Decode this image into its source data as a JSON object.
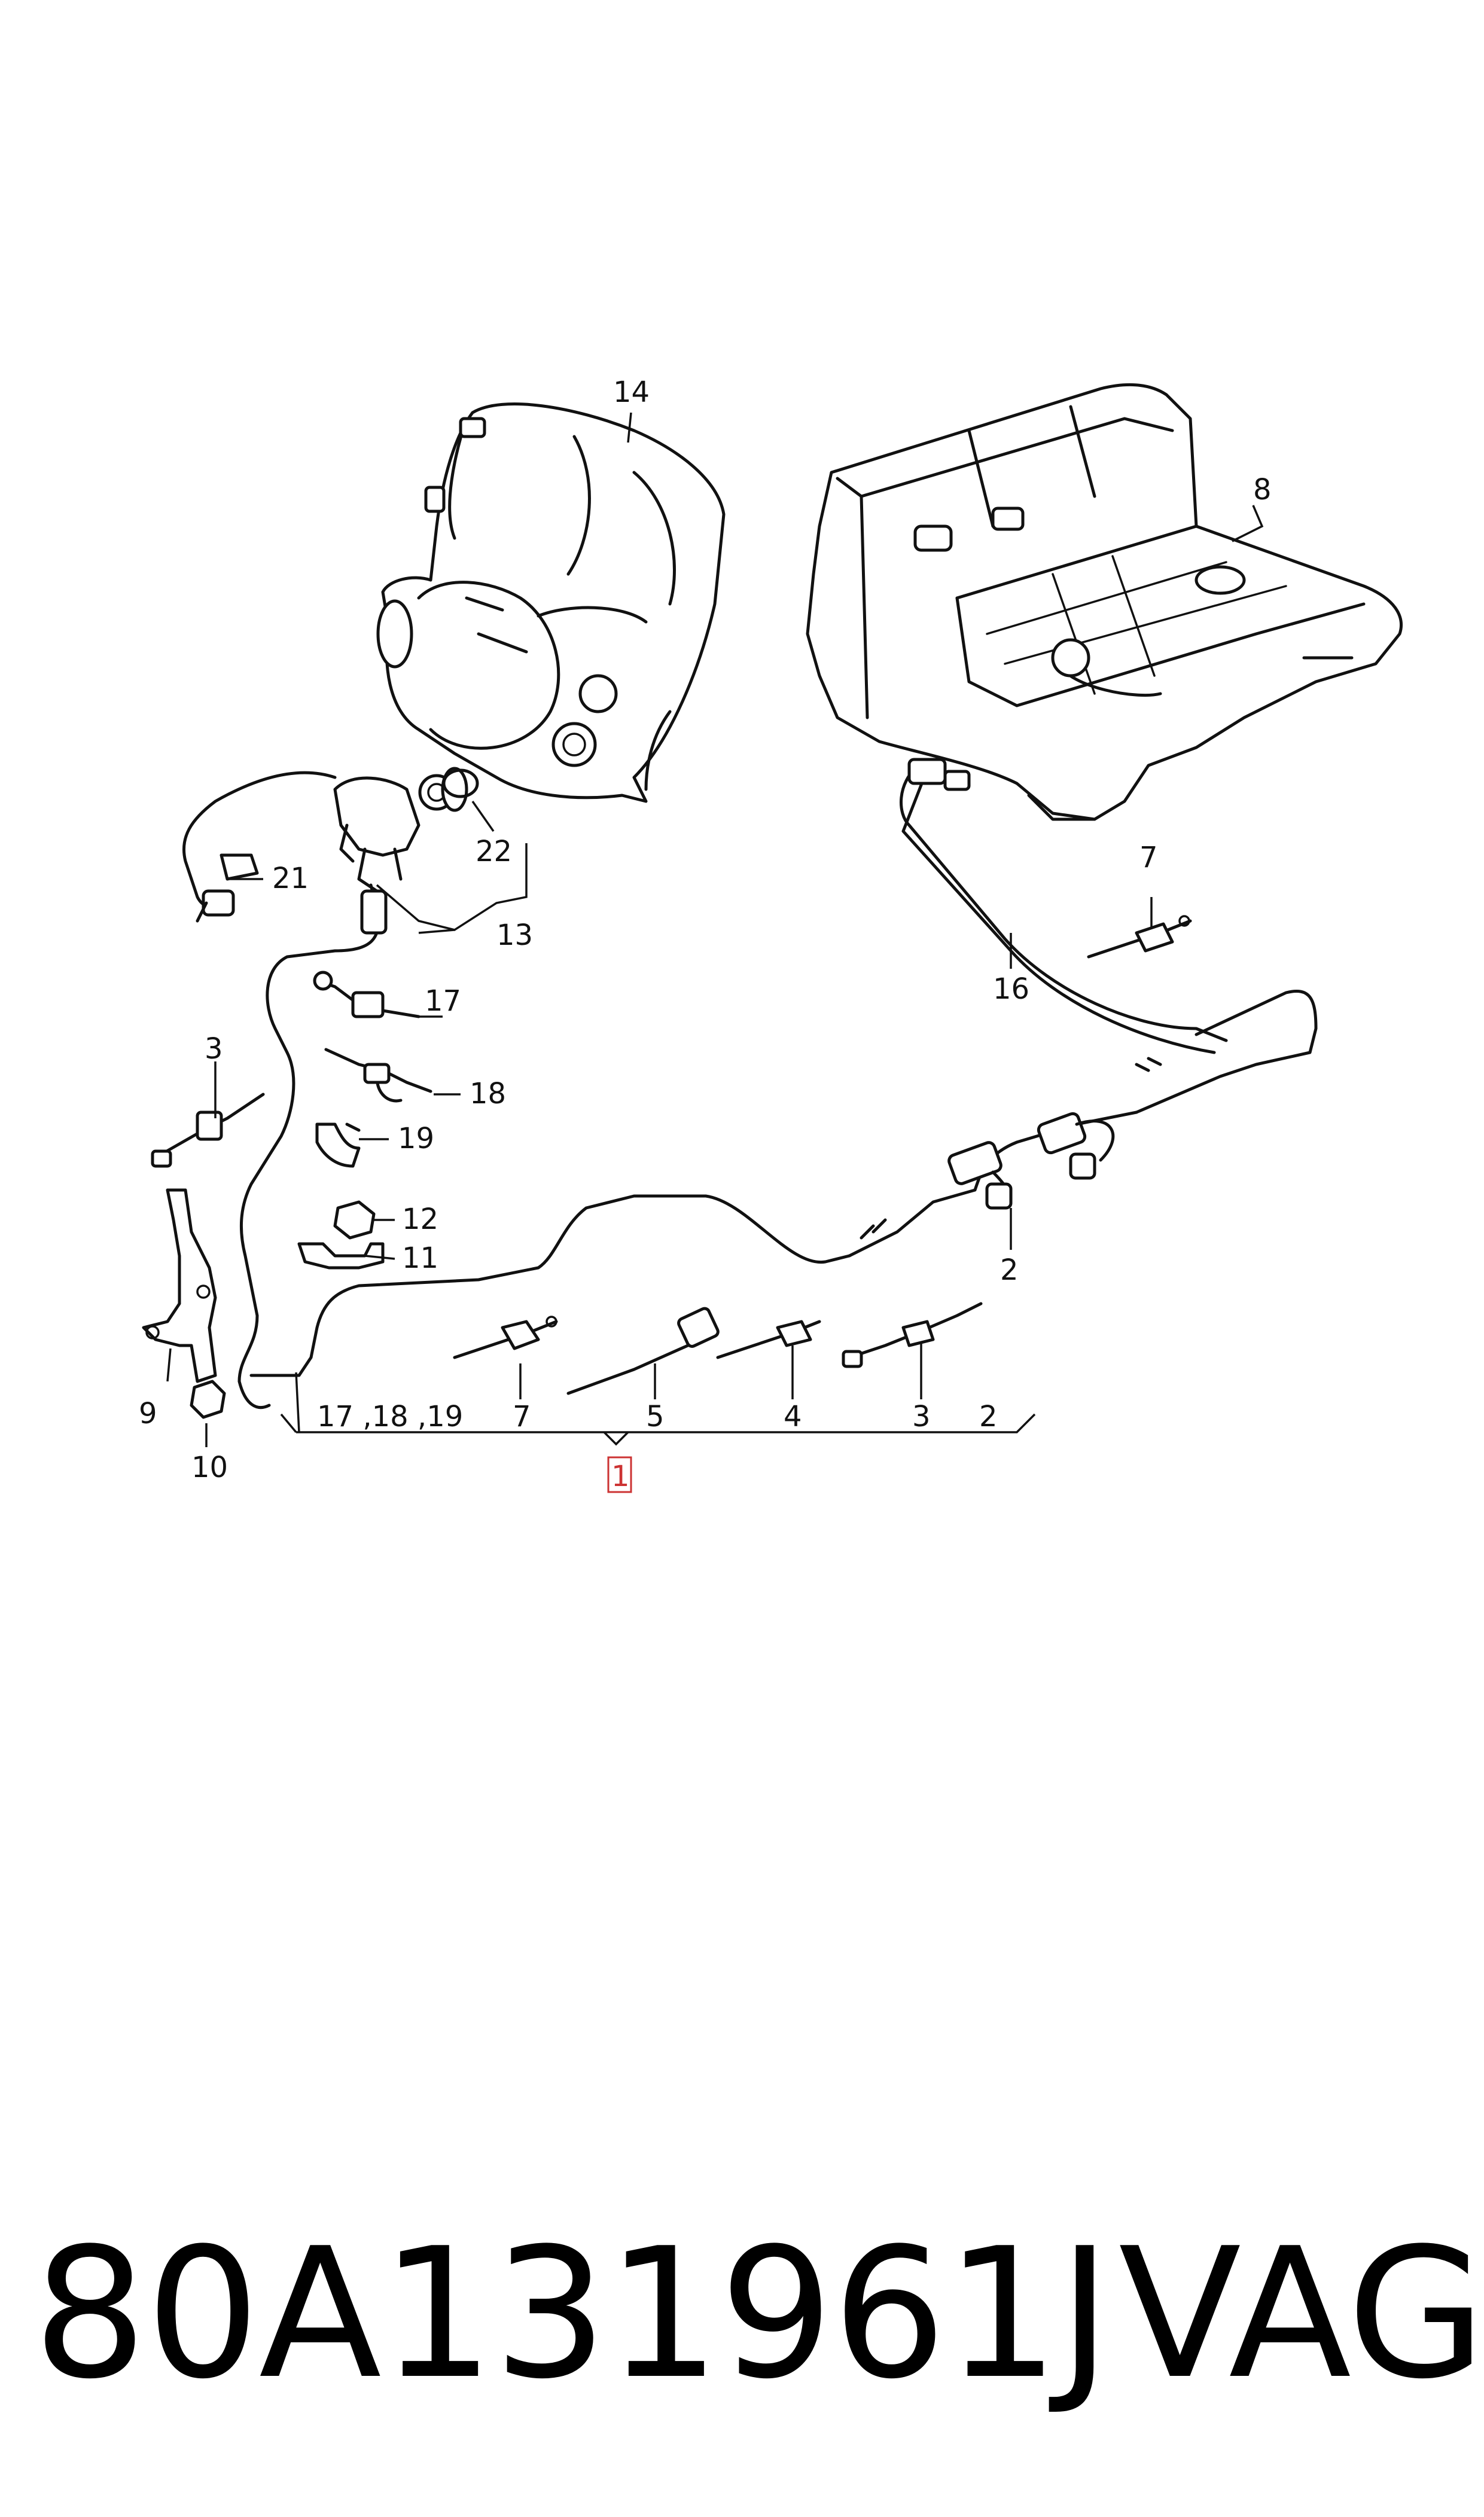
{
  "callouts": {
    "c1": "1",
    "c2a": "2",
    "c2b": "2",
    "c3a": "3",
    "c3b": "3",
    "c4": "4",
    "c5": "5",
    "c7a": "7",
    "c7b": "7",
    "c8": "8",
    "c9": "9",
    "c10": "10",
    "c11": "11",
    "c12": "12",
    "c13": "13",
    "c14": "14",
    "c16": "16",
    "c17": "17",
    "c17_18_19": "17 ,18 ,19",
    "c18": "18",
    "c19": "19",
    "c21": "21",
    "c22": "22"
  },
  "footer": {
    "part_number": "80A131961J",
    "brand": "VAG"
  },
  "colors": {
    "highlight_box": "#cc3333",
    "line_art": "#111111"
  }
}
